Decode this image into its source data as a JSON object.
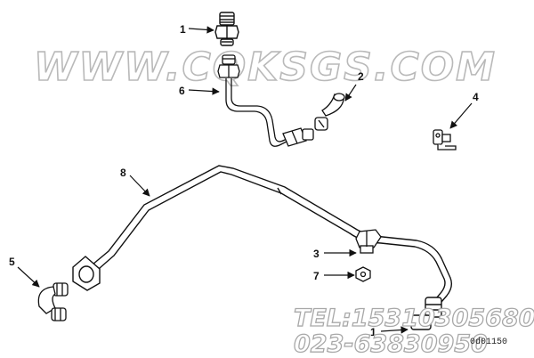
{
  "watermark": "WWW.CQKSGS.COM",
  "contact": {
    "tel": "TEL:15310305680",
    "phone": "023-63830950"
  },
  "figure_ref": "0d01150",
  "callouts": {
    "c1": "1",
    "c2": "2",
    "c3": "3",
    "c4": "4",
    "c5": "5",
    "c6": "6",
    "c7": "7",
    "c8": "8",
    "c1b": "1"
  }
}
